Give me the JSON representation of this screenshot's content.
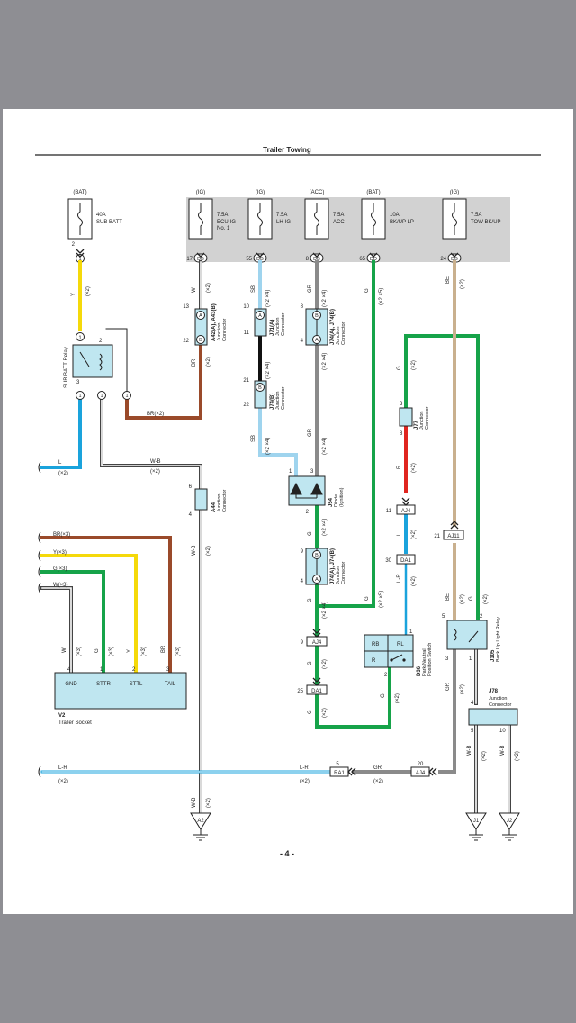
{
  "page": {
    "title": "Trailer Towing",
    "page_number": "- 4 -"
  },
  "colors": {
    "yellow": "#f5d90a",
    "blue": "#1aa3dc",
    "brown": "#9a4a2a",
    "green": "#16a349",
    "red": "#e0251f",
    "light_blue": "#9fd4ee",
    "black": "#111111",
    "gray": "#8a8a8a",
    "tan": "#c9b08e",
    "white_wire": "#ffffff",
    "fuse_band": "#d2d2d2",
    "component_fill": "#bfe6f0"
  },
  "fuses": [
    {
      "supply": "(BAT)",
      "rating": "40A",
      "name_lines": [
        "SUB BATT"
      ],
      "pin": "2",
      "conn": "1"
    },
    {
      "supply": "(IG)",
      "rating": "7.5A",
      "name_lines": [
        "ECU-IG",
        "No. 1"
      ],
      "pin": "17",
      "conn": "DB"
    },
    {
      "supply": "(IG)",
      "rating": "7.5A",
      "name_lines": [
        "LH-IG"
      ],
      "pin": "55",
      "conn": "DB"
    },
    {
      "supply": "(ACC)",
      "rating": "7.5A",
      "name_lines": [
        "ACC"
      ],
      "pin": "8",
      "conn": "DB"
    },
    {
      "supply": "(BAT)",
      "rating": "10A",
      "name_lines": [
        "BK/UP LP"
      ],
      "pin": "65",
      "conn": "DD"
    },
    {
      "supply": "(IG)",
      "rating": "7.5A",
      "name_lines": [
        "TOW BK/UP"
      ],
      "pin": "24",
      "conn": "DB"
    }
  ],
  "relay_sub_batt": {
    "label": "SUB BATT Relay",
    "pins": [
      "1",
      "2",
      "3",
      "1",
      "1",
      "1"
    ]
  },
  "junctions": {
    "a42": {
      "code": "A42(A), A43(B)",
      "name": [
        "Junction",
        "Connector"
      ],
      "pins": [
        "13",
        "22"
      ],
      "conns": [
        "A",
        "B"
      ]
    },
    "j71": {
      "code": "J71(A)",
      "name": [
        "Junction",
        "Connector"
      ],
      "pins": [
        "10",
        "11"
      ],
      "conns": [
        "A",
        ""
      ]
    },
    "j74a": {
      "code": "J74(A), J74(B)",
      "name": [
        "Junction",
        "Connector"
      ],
      "pins": [
        "8",
        "4"
      ],
      "conns": [
        "B",
        "A"
      ]
    },
    "j74b": {
      "code": "J74(B)",
      "name": [
        "Junction",
        "Connector"
      ],
      "pins": [
        "21",
        "22"
      ],
      "conns": [
        "B",
        ""
      ]
    },
    "a44": {
      "code": "A44",
      "name": [
        "Junction",
        "Connector"
      ],
      "pins": [
        "6",
        "4"
      ]
    },
    "j54": {
      "code": "J54",
      "name": [
        "Diode",
        "(Ignition)"
      ],
      "pins": [
        "1",
        "3",
        "2"
      ]
    },
    "j74c": {
      "code": "J74(A), J74(B)",
      "name": [
        "Junction",
        "Connector"
      ],
      "pins": [
        "9",
        "4"
      ],
      "conns": [
        "B",
        "A"
      ]
    },
    "j77": {
      "code": "J77",
      "name": [
        "Junction",
        "Connector"
      ],
      "pins": [
        "3",
        "8"
      ]
    },
    "j78": {
      "code": "J78",
      "name": [
        "Junction",
        "Connector"
      ],
      "pins": [
        "4",
        "5",
        "10"
      ]
    }
  },
  "wire_labels": {
    "y": "Y",
    "l": "L",
    "w": "W",
    "br": "BR",
    "br2": "BR(×2)",
    "sb": "SB",
    "gr": "GR",
    "g": "G",
    "be": "BE",
    "r": "R",
    "wb": "W-B",
    "lr": "L-R",
    "x2": "(×2)",
    "x3": "(×3)",
    "x24": "(×2 ×4)",
    "x25": "(×2 ×5)"
  },
  "inline_connectors": {
    "aj4_top": {
      "id": "AJ4",
      "pin": "11"
    },
    "da1_top": {
      "id": "DA1",
      "pin": "30"
    },
    "aj11": {
      "id": "AJ11",
      "pin": "21"
    },
    "aj4_mid": {
      "id": "AJ4",
      "pin": "9"
    },
    "da1_bot": {
      "id": "DA1",
      "pin": "25"
    },
    "ra1": {
      "id": "RA1",
      "pin": "5"
    },
    "aj4_bot": {
      "id": "AJ4",
      "pin": "20"
    }
  },
  "trailer_wires": [
    {
      "label": "BR(×3)"
    },
    {
      "label": "Y(×3)"
    },
    {
      "label": "G(×3)"
    },
    {
      "label": "W(×3)"
    }
  ],
  "trailer_socket": {
    "code": "V2",
    "name": "Trailer Socket",
    "terminals": [
      {
        "name": "GND",
        "pin": "4"
      },
      {
        "name": "STTR",
        "pin": "1"
      },
      {
        "name": "STTL",
        "pin": "2"
      },
      {
        "name": "TAIL",
        "pin": "3"
      }
    ]
  },
  "park_switch": {
    "code": "D36",
    "name": [
      "Park/Neutral",
      "Position Switch"
    ],
    "cells": [
      "RB",
      "RL",
      "R"
    ],
    "pins": [
      "1",
      "2"
    ]
  },
  "backup_relay": {
    "code": "J105",
    "name": [
      "Back Up Light Relay"
    ],
    "pins": [
      "5",
      "2",
      "3",
      "1"
    ]
  },
  "grounds": [
    "A2",
    "J1",
    "J2"
  ]
}
